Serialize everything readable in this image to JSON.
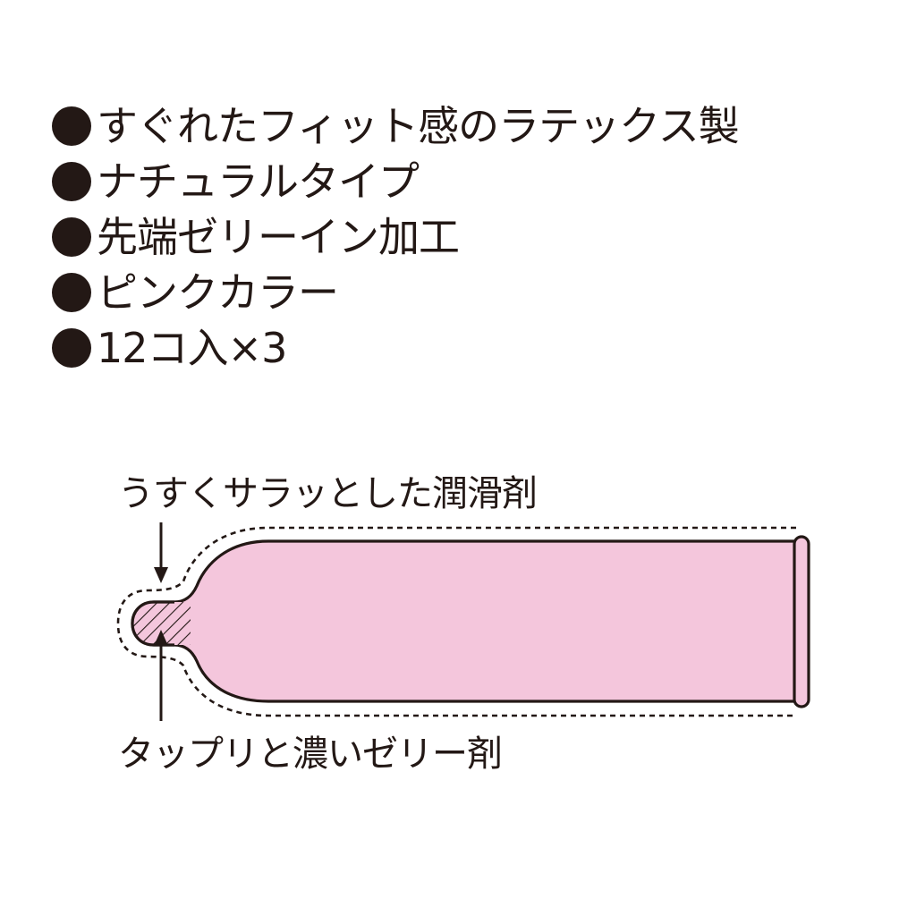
{
  "features": [
    "すぐれたフィット感のラテックス製",
    "ナチュラルタイプ",
    "先端ゼリーイン加工",
    "ピンクカラー",
    "12コ入×3"
  ],
  "diagram": {
    "top_label": "うすくサラッとした潤滑剤",
    "bottom_label": "タップリと濃いゼリー剤",
    "colors": {
      "body_fill": "#f4c6dc",
      "outline": "#231815",
      "tip_hatch": "#231815"
    }
  }
}
